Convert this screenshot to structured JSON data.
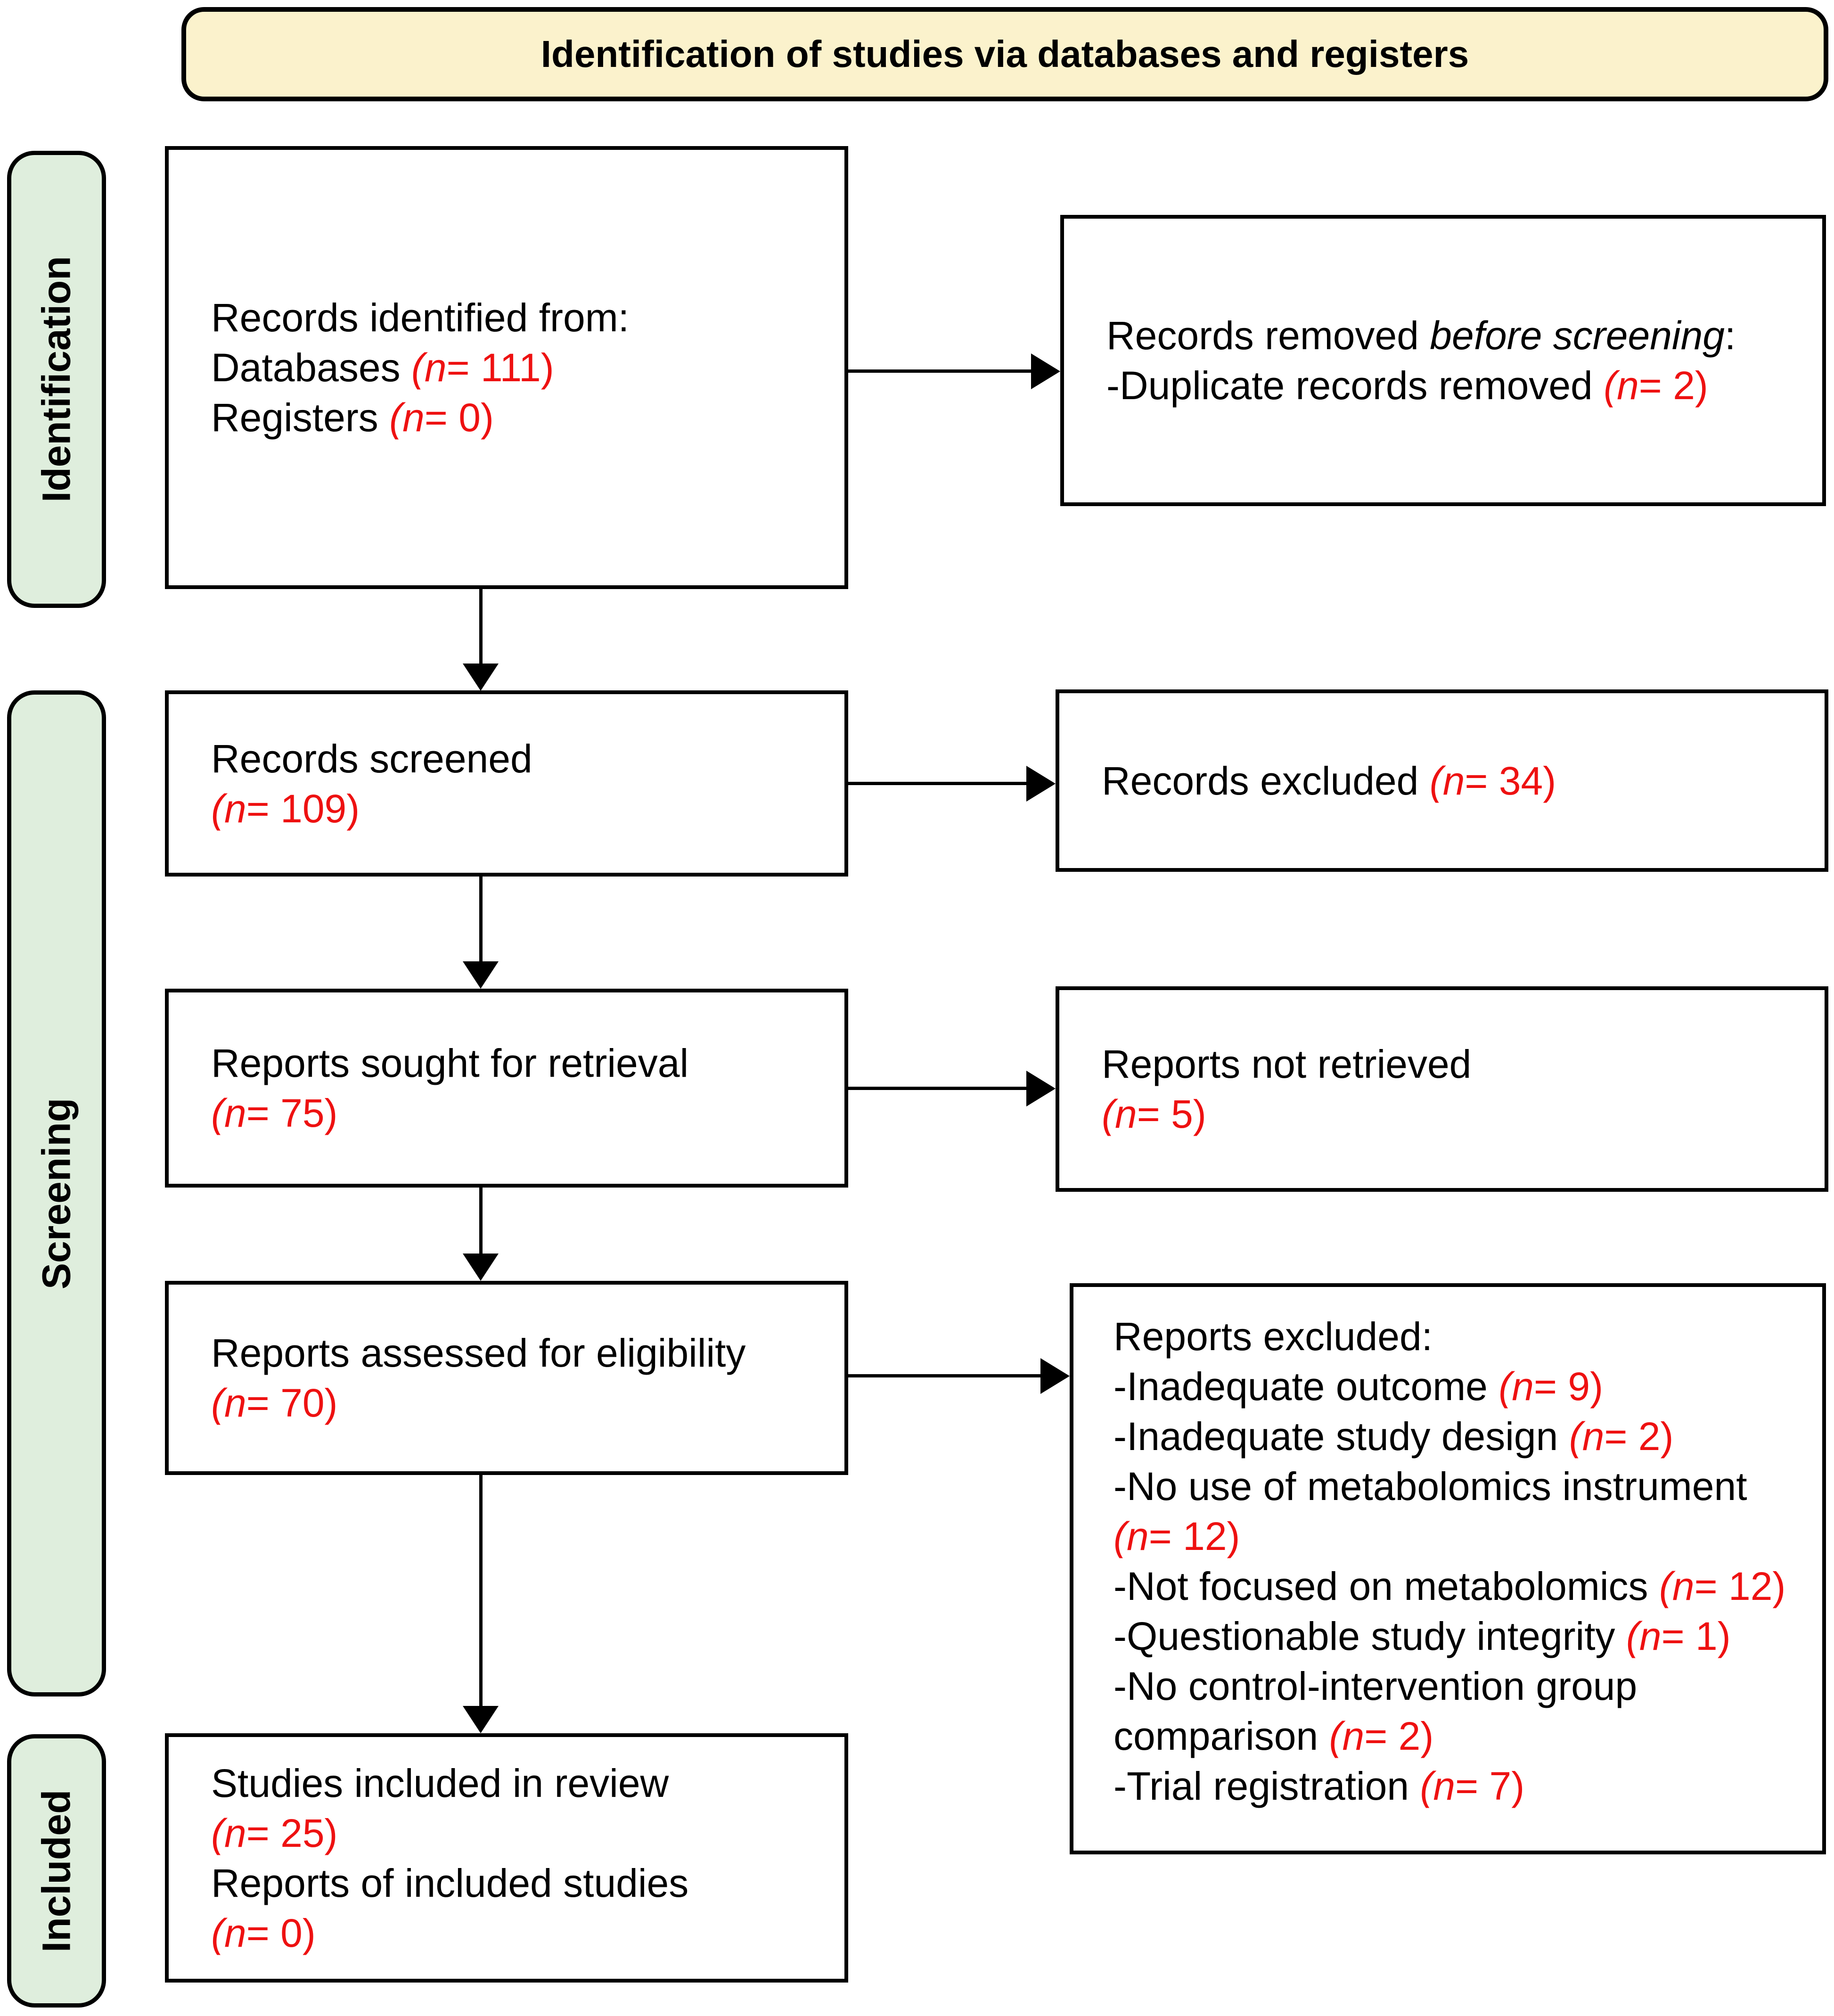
{
  "colors": {
    "red": "#ee1111",
    "title_bg": "#fbf2cc",
    "sidebar_bg": "#dfeedd",
    "line": "#000000"
  },
  "tokens": {
    "open_paren": "(",
    "n": "n"
  },
  "title": "Identification of studies via databases and registers",
  "sidebar": {
    "identification": "Identification",
    "screening": "Screening",
    "included": "Included"
  },
  "boxes": {
    "records_identified": {
      "intro": "Records identified from:",
      "databases_label": "Databases ",
      "databases_n": "= 111)",
      "registers_label": "Registers ",
      "registers_n": "= 0)"
    },
    "records_removed": {
      "line1_prefix": "Records removed ",
      "line1_italic": "before screening",
      "line1_suffix": ":",
      "line2_label": "-Duplicate records removed ",
      "line2_n": "= 2)"
    },
    "records_screened": {
      "label": "Records screened",
      "n": "= 109)"
    },
    "records_excluded": {
      "label": "Records excluded ",
      "n": "= 34)"
    },
    "reports_sought": {
      "label": "Reports sought for retrieval",
      "n": "= 75)"
    },
    "reports_not_retrieved": {
      "label": "Reports not retrieved",
      "n": "= 5)"
    },
    "reports_assessed": {
      "label": "Reports assessed for eligibility",
      "n": "= 70)"
    },
    "reports_excluded": {
      "heading": "Reports excluded:",
      "items": [
        {
          "label": "-Inadequate outcome ",
          "n": "= 9)"
        },
        {
          "label": "-Inadequate study design ",
          "n": "= 2)"
        },
        {
          "label": "-No use of metabolomics instrument ",
          "n": "= 12)"
        },
        {
          "label": "-Not focused on metabolomics ",
          "n": "= 12)"
        },
        {
          "label": "-Questionable study integrity ",
          "n": "= 1)"
        },
        {
          "label": "-No control-intervention group comparison ",
          "n": "= 2)"
        },
        {
          "label": "-Trial registration ",
          "n": "= 7)"
        }
      ]
    },
    "studies_included": {
      "line1": "Studies included in review",
      "line1_n": "= 25)",
      "line2": "Reports of included studies",
      "line2_n": "= 0)"
    }
  }
}
